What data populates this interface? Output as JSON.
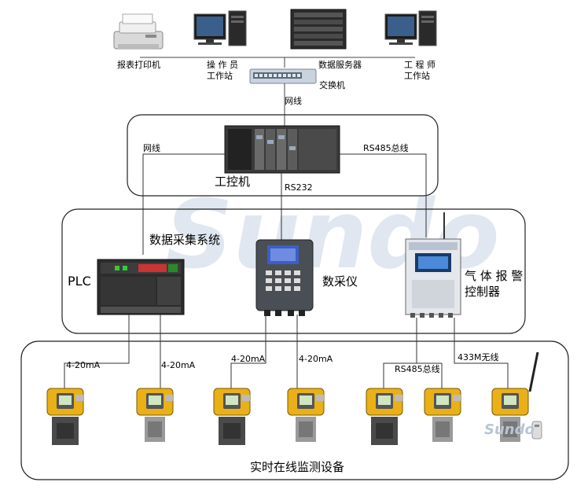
{
  "top": {
    "printer_label": "报表打印机",
    "operator_label_1": "操 作 员",
    "operator_label_2": "工作站",
    "server_label": "数据服务器",
    "engineer_label_1": "工 程 师",
    "engineer_label_2": "工作站",
    "switch_label": "交换机",
    "net_label": "网线"
  },
  "ipc_box": {
    "title": "工控机",
    "left_link": "网线",
    "right_link": "RS485总线",
    "bottom_link": "RS232"
  },
  "acq_box": {
    "title": "数据采集系统",
    "plc_label": "PLC",
    "daq_label": "数采仪",
    "alarm_label_1": "气 体 报 警",
    "alarm_label_2": "控制器"
  },
  "field_box": {
    "title": "实时在线监测设备",
    "link_1": "4-20mA",
    "link_2": "4-20mA",
    "link_3": "4-20mA",
    "link_4": "4-20mA",
    "link_5": "RS485总线",
    "link_6": "433M无线"
  },
  "watermark": "Sundo",
  "watermark_small": "Sundo",
  "colors": {
    "detector_yellow": "#e9b018",
    "box_stroke": "#222222",
    "line": "#333333",
    "watermark": "#c9d7e8"
  }
}
